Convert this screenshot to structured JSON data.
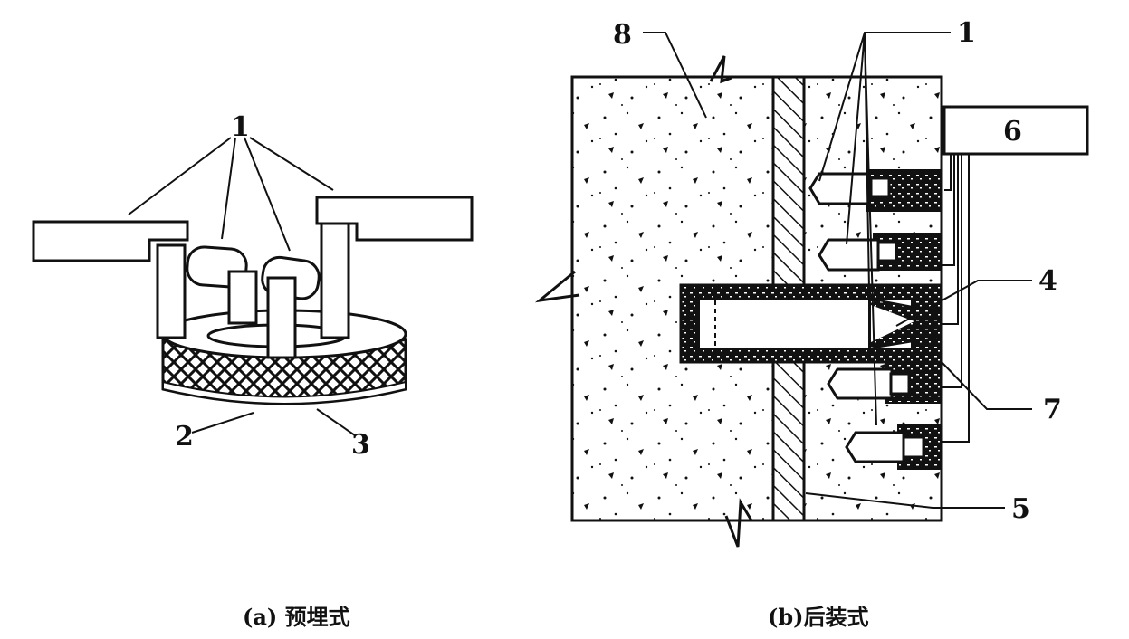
{
  "figure": {
    "panel_a": {
      "caption": "(a) 预埋式",
      "labels": {
        "l1": "1",
        "l2": "2",
        "l3": "3"
      }
    },
    "panel_b": {
      "caption": "(b)后装式",
      "labels": {
        "l1": "1",
        "l4": "4",
        "l5": "5",
        "l6": "6",
        "l7": "7",
        "l8": "8"
      }
    }
  }
}
